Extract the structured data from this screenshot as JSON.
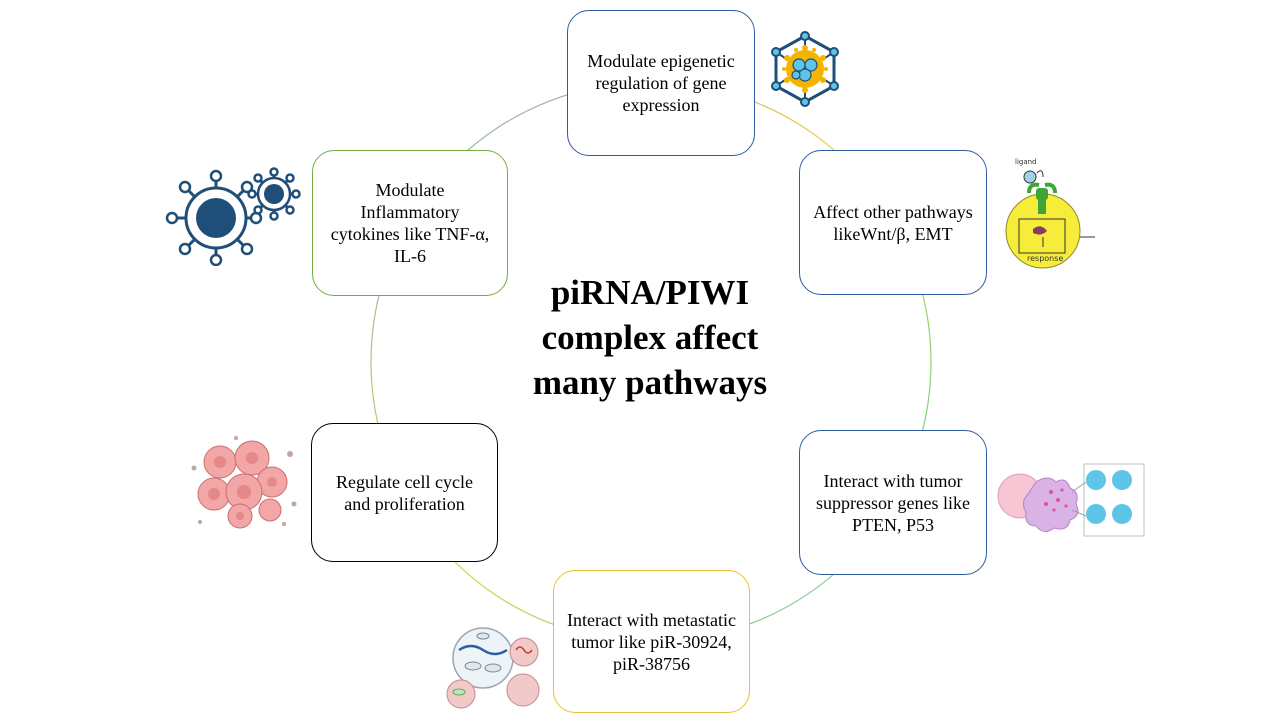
{
  "center": {
    "title": "piRNA/PIWI complex affect many pathways"
  },
  "nodes": [
    {
      "id": "epigenetic",
      "text": "Modulate epigenetic regulation of gene expression",
      "border": "#2e5d9f",
      "icon": "nanoparticle-icon"
    },
    {
      "id": "pathways",
      "text": "Affect other pathways likeWnt/β, EMT",
      "border": "#2e5d9f",
      "icon": "receptor-signaling-icon"
    },
    {
      "id": "tumor-suppressor",
      "text": "Interact with tumor suppressor genes like PTEN, P53",
      "border": "#2e5d9f",
      "icon": "immune-cell-interaction-icon"
    },
    {
      "id": "metastatic",
      "text": "Interact with metastatic tumor like piR-30924, piR-38756",
      "border": "#e8c234",
      "icon": "cell-organelles-icon"
    },
    {
      "id": "cell-cycle",
      "text": "Regulate cell cycle and proliferation",
      "border": "#000000",
      "icon": "cancer-cells-icon"
    },
    {
      "id": "inflammatory",
      "text": "Modulate Inflammatory cytokines like TNF-α, IL-6",
      "border": "#70ad47",
      "icon": "virus-icon"
    }
  ],
  "icon_labels": {
    "ligand": "ligand",
    "response": "response"
  },
  "colors": {
    "ring_blue": "#6fa8dc",
    "ring_yellow": "#f2cc3c",
    "ring_green": "#8fd16f",
    "accent_navy": "#1f4e79"
  }
}
